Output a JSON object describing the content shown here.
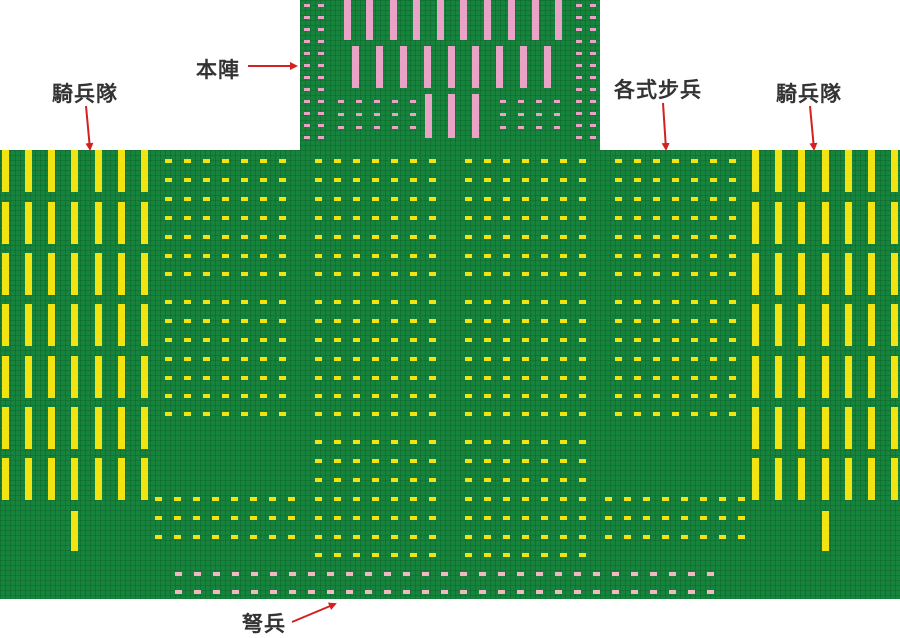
{
  "labels": {
    "honjin": "本陣",
    "kiheitai_left": "騎兵隊",
    "kakushiki_hohei": "各式步兵",
    "kiheitai_right": "騎兵隊",
    "dohei": "弩兵"
  },
  "colors": {
    "background": "#ffffff",
    "field": "#16843c",
    "grid_line": "#0d5a26",
    "cavalry_infantry": "#f2e312",
    "headquarters": "#eaa2c6",
    "crossbow": "#f0b8c2",
    "arrow": "#d42020",
    "label_text": "#333333"
  }
}
